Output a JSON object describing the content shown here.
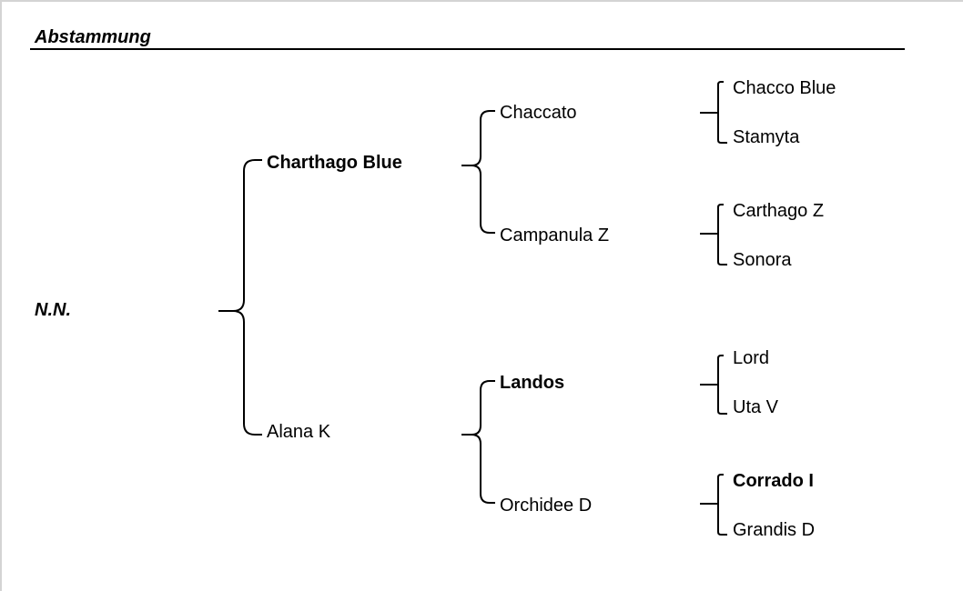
{
  "header": {
    "title": "Abstammung"
  },
  "pedigree": {
    "subject": {
      "name": "N.N.",
      "bold": true,
      "italic": true
    },
    "generation1": [
      {
        "name": "Charthago Blue",
        "bold": true,
        "role": "sire"
      },
      {
        "name": "Alana K",
        "bold": false,
        "role": "dam"
      }
    ],
    "generation2": [
      {
        "name": "Chaccato",
        "bold": false
      },
      {
        "name": "Campanula Z",
        "bold": false
      },
      {
        "name": "Landos",
        "bold": true
      },
      {
        "name": "Orchidee D",
        "bold": false
      }
    ],
    "generation3": [
      {
        "name": "Chacco Blue",
        "bold": false
      },
      {
        "name": "Stamyta",
        "bold": false
      },
      {
        "name": "Carthago Z",
        "bold": false
      },
      {
        "name": "Sonora",
        "bold": false
      },
      {
        "name": "Lord",
        "bold": false
      },
      {
        "name": "Uta V",
        "bold": false
      },
      {
        "name": "Corrado I",
        "bold": true
      },
      {
        "name": "Grandis D",
        "bold": false
      }
    ]
  }
}
